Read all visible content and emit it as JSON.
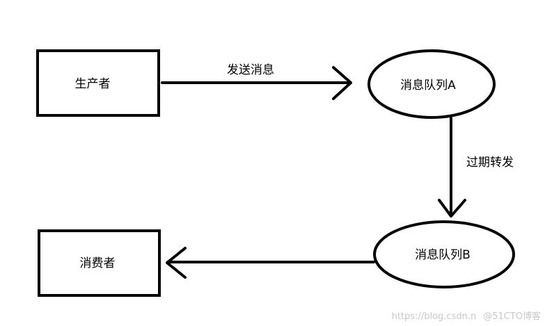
{
  "nodes": {
    "producer": {
      "label": "生产者"
    },
    "queue_a": {
      "label": "消息队列A"
    },
    "queue_b": {
      "label": "消息队列B"
    },
    "consumer": {
      "label": "消费者"
    }
  },
  "edges": {
    "send": {
      "label": "发送消息"
    },
    "expire_forward": {
      "label": "过期转发"
    },
    "consume": {
      "label": ""
    }
  },
  "watermark": {
    "url": "https://blog.csdn.n",
    "brand": "@51CTO博客"
  },
  "colors": {
    "stroke": "#000000",
    "background": "#ffffff",
    "watermark": "#c8c8c8"
  }
}
